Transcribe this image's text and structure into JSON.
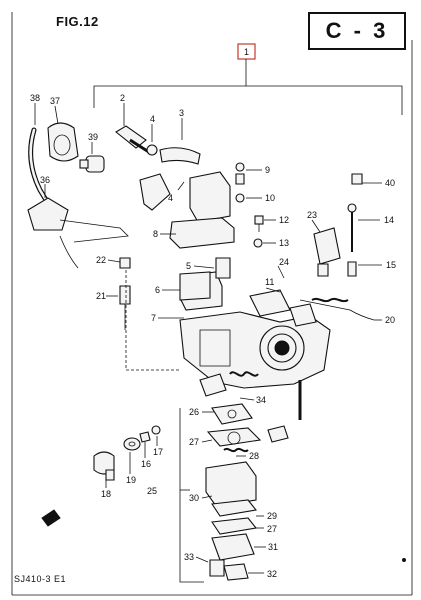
{
  "header": {
    "figure_title": "FIG.12",
    "section_code": "C - 3"
  },
  "footer": {
    "model_code": "SJ410-3 E1"
  },
  "group_callout": "1",
  "callouts": [
    {
      "id": "c38",
      "label": "38"
    },
    {
      "id": "c37",
      "label": "37"
    },
    {
      "id": "c39",
      "label": "39"
    },
    {
      "id": "c36",
      "label": "36"
    },
    {
      "id": "c2",
      "label": "2"
    },
    {
      "id": "c3",
      "label": "3"
    },
    {
      "id": "c4a",
      "label": "4"
    },
    {
      "id": "c4b",
      "label": "4"
    },
    {
      "id": "c9",
      "label": "9"
    },
    {
      "id": "c10",
      "label": "10"
    },
    {
      "id": "c40",
      "label": "40"
    },
    {
      "id": "c8",
      "label": "8"
    },
    {
      "id": "c12",
      "label": "12"
    },
    {
      "id": "c13",
      "label": "13"
    },
    {
      "id": "c23",
      "label": "23"
    },
    {
      "id": "c14",
      "label": "14"
    },
    {
      "id": "c22",
      "label": "22"
    },
    {
      "id": "c5",
      "label": "5"
    },
    {
      "id": "c24",
      "label": "24"
    },
    {
      "id": "c15",
      "label": "15"
    },
    {
      "id": "c6",
      "label": "6"
    },
    {
      "id": "c11",
      "label": "11"
    },
    {
      "id": "c21",
      "label": "21"
    },
    {
      "id": "c7",
      "label": "7"
    },
    {
      "id": "c20",
      "label": "20"
    },
    {
      "id": "c34",
      "label": "34"
    },
    {
      "id": "c26",
      "label": "26"
    },
    {
      "id": "c27a",
      "label": "27"
    },
    {
      "id": "c28",
      "label": "28"
    },
    {
      "id": "c19",
      "label": "19"
    },
    {
      "id": "c16",
      "label": "16"
    },
    {
      "id": "c17",
      "label": "17"
    },
    {
      "id": "c18",
      "label": "18"
    },
    {
      "id": "c25",
      "label": "25"
    },
    {
      "id": "c30",
      "label": "30"
    },
    {
      "id": "c29",
      "label": "29"
    },
    {
      "id": "c27b",
      "label": "27"
    },
    {
      "id": "c31",
      "label": "31"
    },
    {
      "id": "c33",
      "label": "33"
    },
    {
      "id": "c32",
      "label": "32"
    }
  ]
}
